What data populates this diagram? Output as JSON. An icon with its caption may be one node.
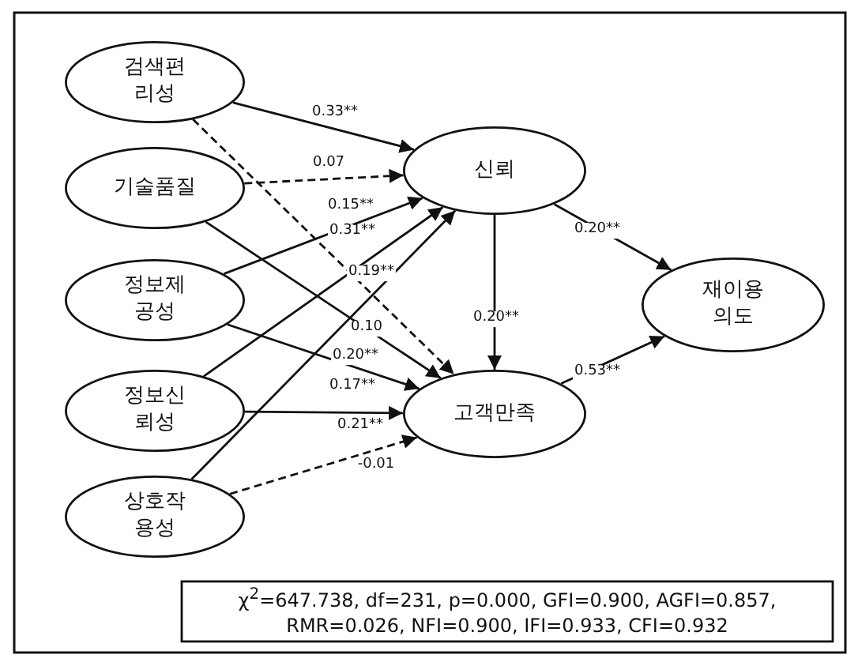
{
  "diagram": {
    "nodes": [
      {
        "text": [
          "검색편리성"
        ]
      },
      {
        "text": [
          "기술품질"
        ]
      },
      {
        "text": [
          "정보제공성"
        ]
      },
      {
        "text": [
          "정보신뢰성"
        ]
      },
      {
        "text": [
          "상호작용성"
        ]
      },
      {
        "text": [
          "신뢰"
        ]
      },
      {
        "text": [
          "고객만족"
        ]
      },
      {
        "text": [
          "재이용 의도"
        ]
      },
      {
        "text": [
          "χ$^{2}$=647.738, df=231, p=0.000, GFI=0.900, AGFI=0.857, RMR=0.026, NFI=0.900, IFI=0.933, CFI=0.932"
        ]
      }
    ],
    "edges": [
      {
        "from": 0,
        "to": 5,
        "arrow": "to",
        "label": "0.33**"
      },
      {
        "from": 1,
        "to": 5,
        "arrow": "to",
        "label": "0.07",
        "style": "dashed"
      },
      {
        "from": 2,
        "to": 5,
        "arrow": "to",
        "label": "0.15**"
      },
      {
        "from": 3,
        "to": 5,
        "arrow": "to",
        "label": "0.31**"
      },
      {
        "from": 4,
        "to": 5,
        "arrow": "to",
        "label": "0.19**"
      },
      {
        "from": 0,
        "to": 6,
        "arrow": "to",
        "label": "0.10",
        "style": "dashed"
      },
      {
        "from": 1,
        "to": 6,
        "arrow": "to",
        "label": "0.20**"
      },
      {
        "from": 2,
        "to": 6,
        "arrow": "to",
        "label": "0.17**"
      },
      {
        "from": 3,
        "to": 6,
        "arrow": "to",
        "label": "0.21**"
      },
      {
        "from": 4,
        "to": 6,
        "arrow": "to",
        "label": "-0.01",
        "style": "dashed"
      },
      {
        "from": 5,
        "to": 6,
        "arrow": "to",
        "label": "0.20**"
      },
      {
        "from": 5,
        "to": 7,
        "arrow": "to",
        "label": "0.20**"
      },
      {
        "from": 6,
        "to": 7,
        "arrow": "to",
        "label": "0.53**"
      }
    ]
  }
}
